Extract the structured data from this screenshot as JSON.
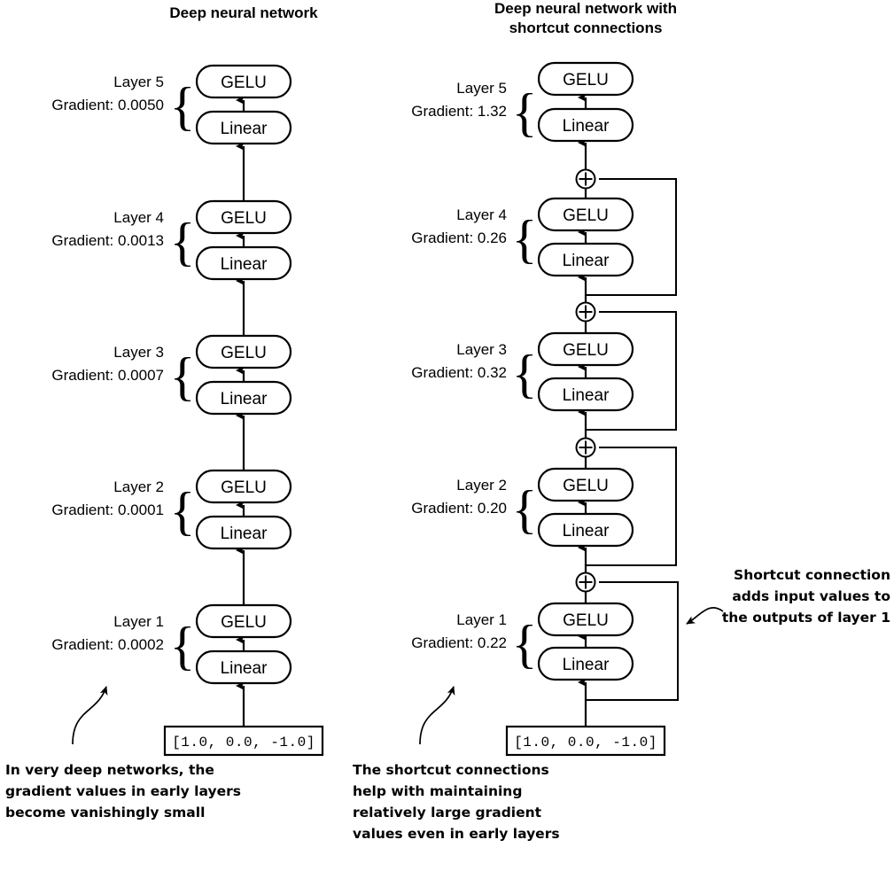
{
  "figure": {
    "columns": [
      {
        "id": "plain",
        "title": "Deep neural network",
        "title_line1": "Deep neural network",
        "title_line2": "",
        "layers": [
          {
            "name": "Layer 5",
            "gradient_label": "Gradient: 0.0050",
            "gradient": 0.005,
            "blocks": [
              "GELU",
              "Linear"
            ]
          },
          {
            "name": "Layer 4",
            "gradient_label": "Gradient: 0.0013",
            "gradient": 0.0013,
            "blocks": [
              "GELU",
              "Linear"
            ]
          },
          {
            "name": "Layer 3",
            "gradient_label": "Gradient: 0.0007",
            "gradient": 0.0007,
            "blocks": [
              "GELU",
              "Linear"
            ]
          },
          {
            "name": "Layer 2",
            "gradient_label": "Gradient: 0.0001",
            "gradient": 0.0001,
            "blocks": [
              "GELU",
              "Linear"
            ]
          },
          {
            "name": "Layer 1",
            "gradient_label": "Gradient: 0.0002",
            "gradient": 0.0002,
            "blocks": [
              "GELU",
              "Linear"
            ]
          }
        ],
        "input_value": "[1.0,   0.0,   -1.0]",
        "annotation": "In very deep networks, the gradient values in early layers become vanishingly small",
        "annotation_lines": [
          "In very deep networks, the",
          "gradient values in early layers",
          "become vanishingly small"
        ]
      },
      {
        "id": "shortcut",
        "title": "Deep neural network with shortcut connections",
        "title_line1": "Deep neural network with",
        "title_line2": "shortcut connections",
        "layers": [
          {
            "name": "Layer 5",
            "gradient_label": "Gradient: 1.32",
            "gradient": 1.32,
            "blocks": [
              "GELU",
              "Linear"
            ]
          },
          {
            "name": "Layer 4",
            "gradient_label": "Gradient: 0.26",
            "gradient": 0.26,
            "blocks": [
              "GELU",
              "Linear"
            ]
          },
          {
            "name": "Layer 3",
            "gradient_label": "Gradient: 0.32",
            "gradient": 0.32,
            "blocks": [
              "GELU",
              "Linear"
            ]
          },
          {
            "name": "Layer 2",
            "gradient_label": "Gradient: 0.20",
            "gradient": 0.2,
            "blocks": [
              "GELU",
              "Linear"
            ]
          },
          {
            "name": "Layer 1",
            "gradient_label": "Gradient: 0.22",
            "gradient": 0.22,
            "blocks": [
              "GELU",
              "Linear"
            ]
          }
        ],
        "input_value": "[1.0,   0.0,   -1.0]",
        "annotation": "The shortcut connections help with maintaining relatively large gradient values even in early layers",
        "annotation_lines": [
          "The shortcut connections",
          "help with maintaining",
          "relatively large gradient",
          "values even in early layers"
        ],
        "side_annotation": "Shortcut connection adds input values to the outputs of layer 1",
        "side_annotation_lines": [
          "Shortcut connection",
          "adds input values to",
          "the outputs of layer 1"
        ],
        "adder_symbol": "⊕",
        "adder_count": 4
      }
    ],
    "colors": {
      "stroke": "#000000",
      "fill": "#ffffff",
      "text": "#000000"
    }
  }
}
